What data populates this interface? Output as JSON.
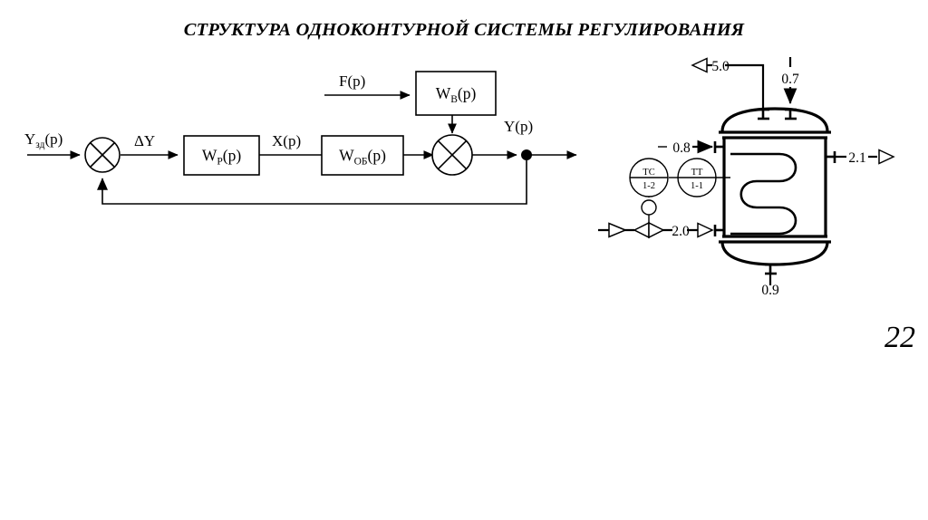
{
  "slide": {
    "title": "СТРУКТУРА ОДНОКОНТУРНОЙ СИСТЕМЫ РЕГУЛИРОВАНИЯ",
    "page_number": "22",
    "background_color": "#ffffff",
    "ink_color": "#000000"
  },
  "block_diagram": {
    "name": "single-loop control system structure",
    "signals": {
      "setpoint": "Y",
      "setpoint_sub": "зд",
      "setpoint_arg": "(p)",
      "error": "ΔY",
      "controller_output": "X(p)",
      "disturbance": "F(p)",
      "output": "Y(p)"
    },
    "blocks": [
      {
        "id": "controller",
        "symbol": "W",
        "subscript": "Р",
        "arg": "(p)"
      },
      {
        "id": "plant",
        "symbol": "W",
        "subscript": "ОБ",
        "arg": "(p)"
      },
      {
        "id": "disturbance-channel",
        "symbol": "W",
        "subscript": "В",
        "arg": "(p)"
      }
    ],
    "summing_junctions": [
      {
        "id": "error-junction",
        "style": "quadrant-filled-bottom"
      },
      {
        "id": "output-junction",
        "style": "cross-hollow"
      }
    ],
    "feedback": {
      "type": "unity-negative-feedback"
    }
  },
  "pid_diagram": {
    "name": "heat exchanger vessel with temperature control loop",
    "vessel": {
      "type": "vertical-vessel-with-coil"
    },
    "instruments": [
      {
        "tag_top": "ТС",
        "tag_bottom": "1-2",
        "kind": "temperature-controller"
      },
      {
        "tag_top": "ТТ",
        "tag_bottom": "1-1",
        "kind": "temperature-transmitter"
      }
    ],
    "valve": {
      "kind": "control-valve-with-diaphragm-actuator"
    },
    "stream_labels": {
      "top_outlet": "5.0",
      "top_inlet": "0.7",
      "left_inlet": "0.8",
      "right_outlet": "2.1",
      "coil_inlet": "2.0",
      "bottom_outlet": "0.9"
    }
  }
}
